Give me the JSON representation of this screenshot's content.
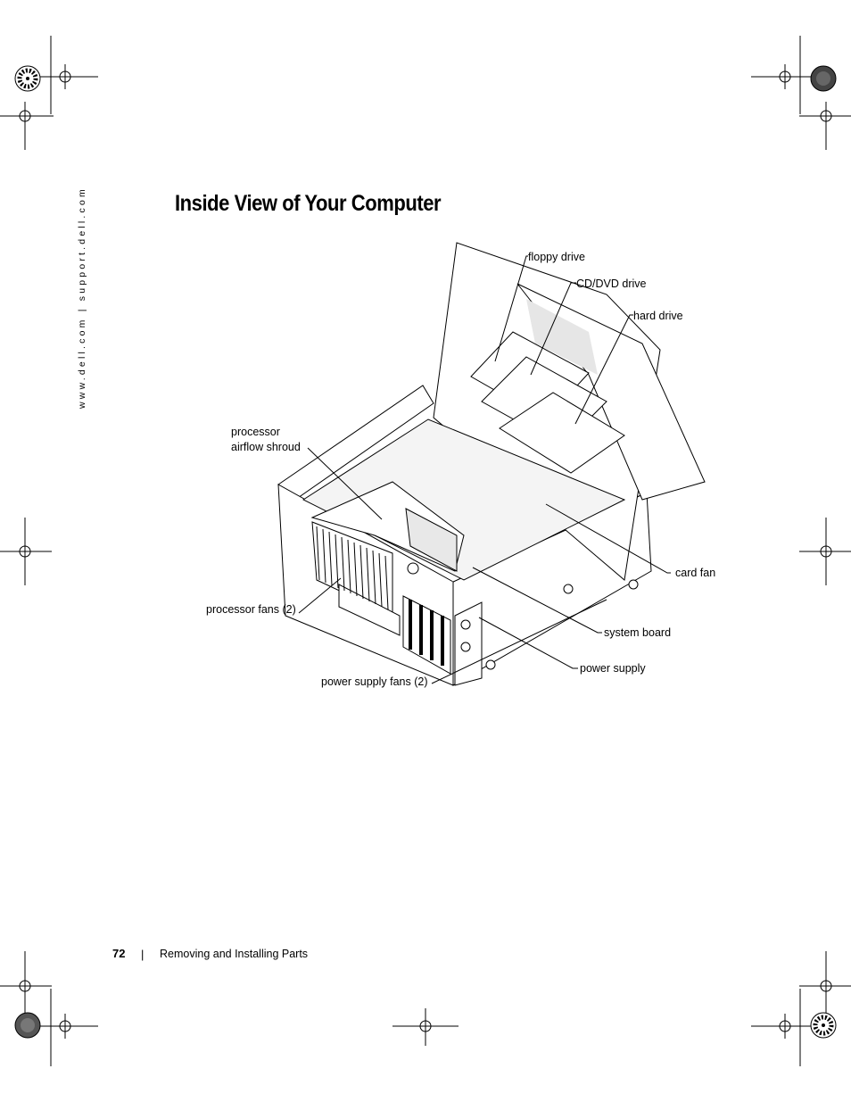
{
  "header": {
    "side_url": "www.dell.com | support.dell.com"
  },
  "page": {
    "title": "Inside View of Your Computer"
  },
  "figure": {
    "callouts": {
      "floppy_drive": "floppy drive",
      "cd_dvd_drive": "CD/DVD drive",
      "hard_drive": "hard drive",
      "processor_shroud_line1": "processor",
      "processor_shroud_line2": "airflow shroud",
      "card_fan": "card fan",
      "processor_fans": "processor fans (2)",
      "system_board": "system board",
      "power_supply": "power supply",
      "power_supply_fans": "power supply fans (2)"
    }
  },
  "footer": {
    "page_number": "72",
    "separator": "|",
    "section": "Removing and Installing Parts"
  }
}
